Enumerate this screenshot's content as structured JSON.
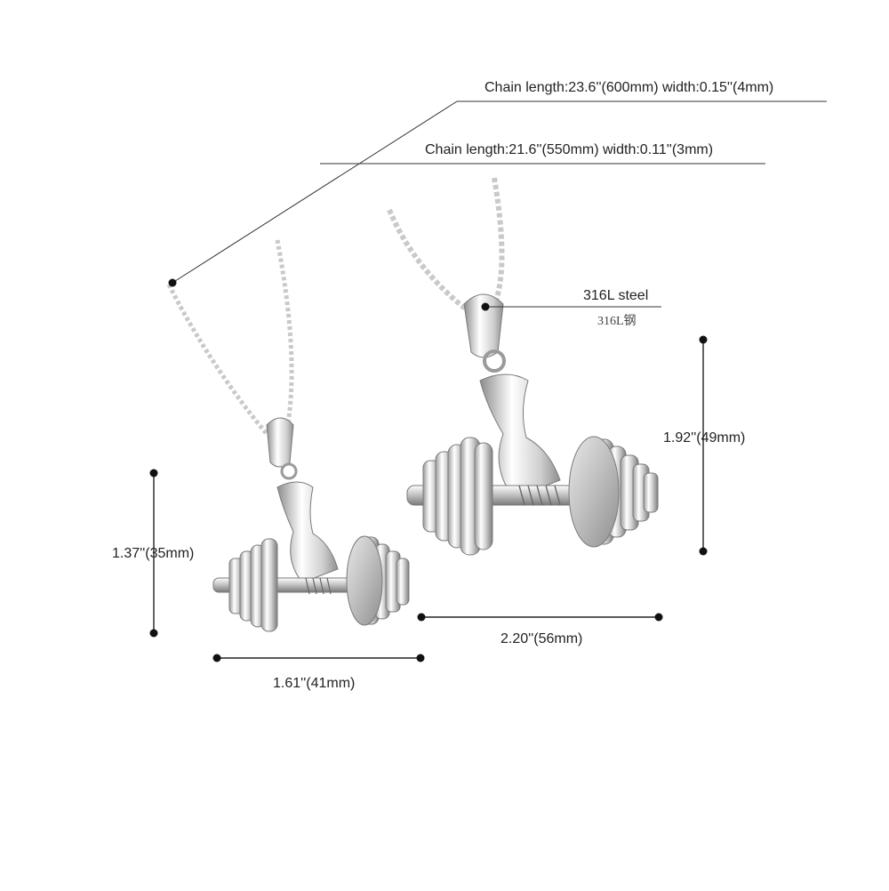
{
  "callouts": {
    "chain_large": "Chain length:23.6''(600mm) width:0.15''(4mm)",
    "chain_small": "Chain length:21.6''(550mm) width:0.11''(3mm)",
    "material_en": "316L steel",
    "material_cn": "316L钢"
  },
  "dimensions": {
    "large_height": "1.92''(49mm)",
    "large_width": "2.20''(56mm)",
    "small_height": "1.37''(35mm)",
    "small_width": "1.61''(41mm)"
  },
  "colors": {
    "line": "#333333",
    "metal_light": "#f4f4f4",
    "metal_mid": "#cfcfcf",
    "metal_dark": "#8a8a8a",
    "chain": "#c8c8c8"
  }
}
